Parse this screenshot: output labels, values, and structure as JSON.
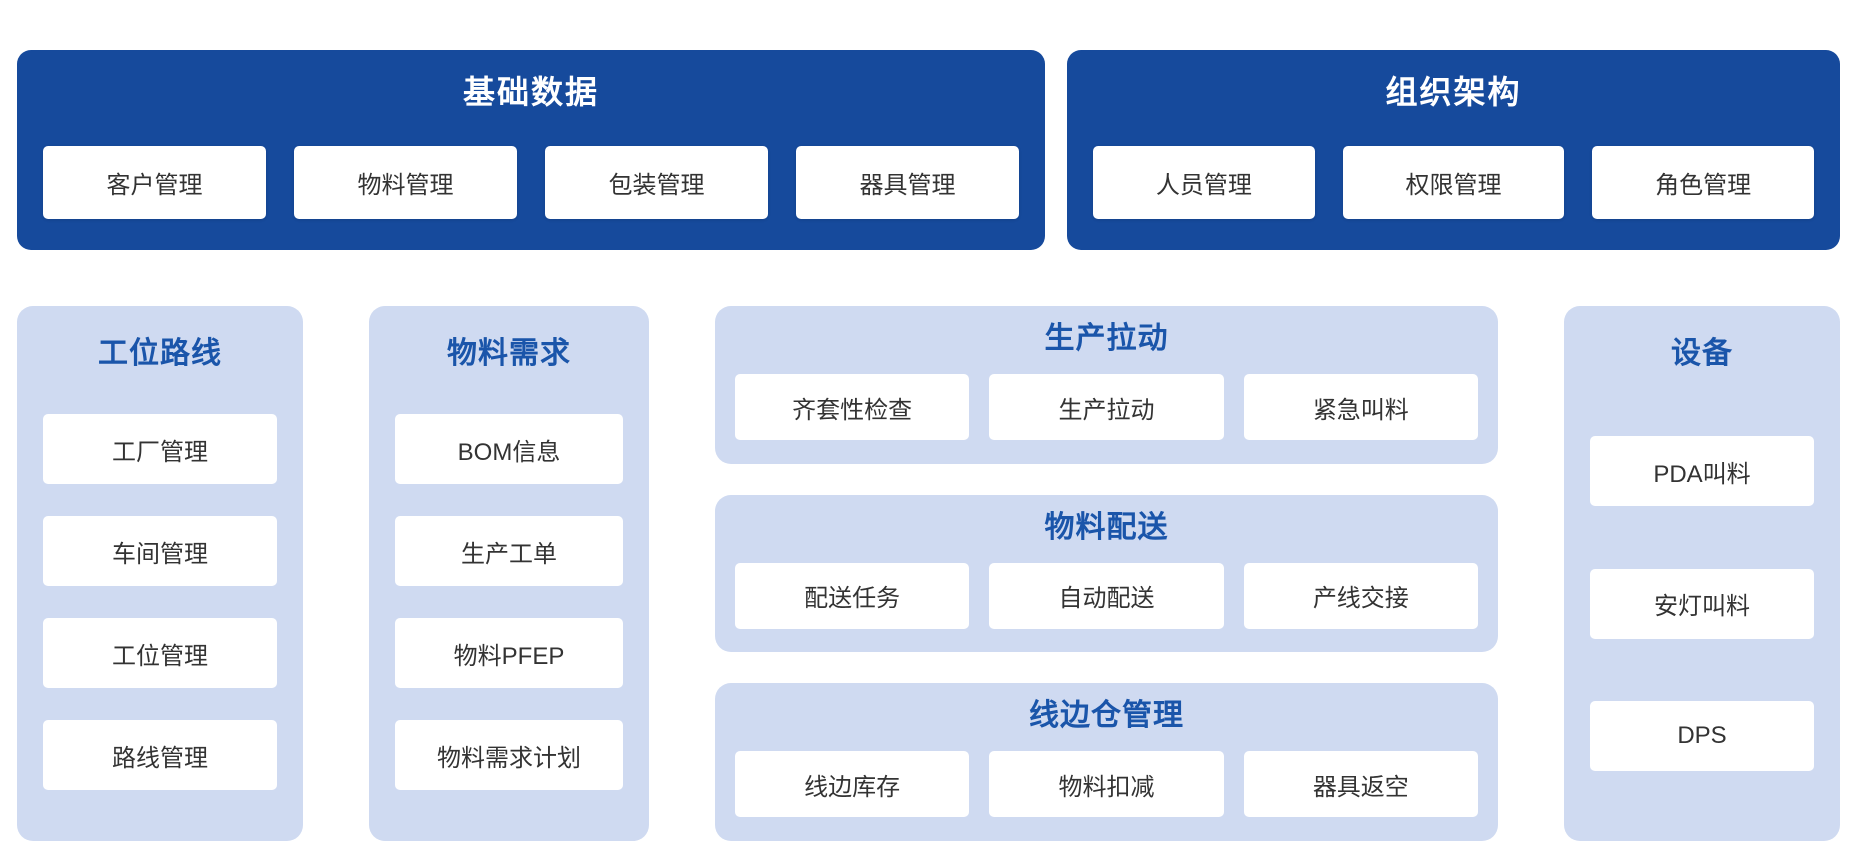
{
  "top_panels": [
    {
      "title": "基础数据",
      "items": [
        "客户管理",
        "物料管理",
        "包装管理",
        "器具管理"
      ]
    },
    {
      "title": "组织架构",
      "items": [
        "人员管理",
        "权限管理",
        "角色管理"
      ]
    }
  ],
  "left_columns": [
    {
      "title": "工位路线",
      "items": [
        "工厂管理",
        "车间管理",
        "工位管理",
        "路线管理"
      ]
    },
    {
      "title": "物料需求",
      "items": [
        "BOM信息",
        "生产工单",
        "物料PFEP",
        "物料需求计划"
      ]
    }
  ],
  "middle_panels": [
    {
      "title": "生产拉动",
      "items": [
        "齐套性检查",
        "生产拉动",
        "紧急叫料"
      ]
    },
    {
      "title": "物料配送",
      "items": [
        "配送任务",
        "自动配送",
        "产线交接"
      ]
    },
    {
      "title": "线边仓管理",
      "items": [
        "线边库存",
        "物料扣减",
        "器具返空"
      ]
    }
  ],
  "right_column": {
    "title": "设备",
    "items": [
      "PDA叫料",
      "安灯叫料",
      "DPS"
    ]
  },
  "colors": {
    "dark_panel": "#164a9c",
    "light_panel": "#cfdaf1",
    "title_blue": "#1a55aa",
    "button_text": "#333333",
    "dark_title_text": "#ffffff"
  }
}
